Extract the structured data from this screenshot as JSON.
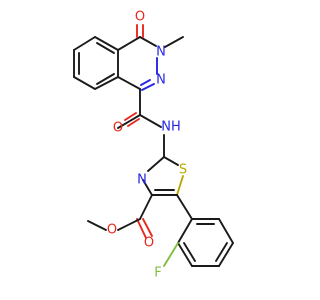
{
  "structure": {
    "colors": {
      "carbon": "#1a1a1a",
      "nitrogen": "#2626e6",
      "oxygen": "#e8281c",
      "sulfur": "#b8a800",
      "fluorine": "#7fbf3f"
    },
    "atoms": {
      "o_ring": "O",
      "n_methyl": "N",
      "n_ring": "N",
      "o_amide": "O",
      "nh_label": "NH",
      "n_thiazole": "N",
      "s_thiazole": "S",
      "o_carbonyl": "O",
      "o_ester": "O",
      "f_atom": "F"
    }
  }
}
